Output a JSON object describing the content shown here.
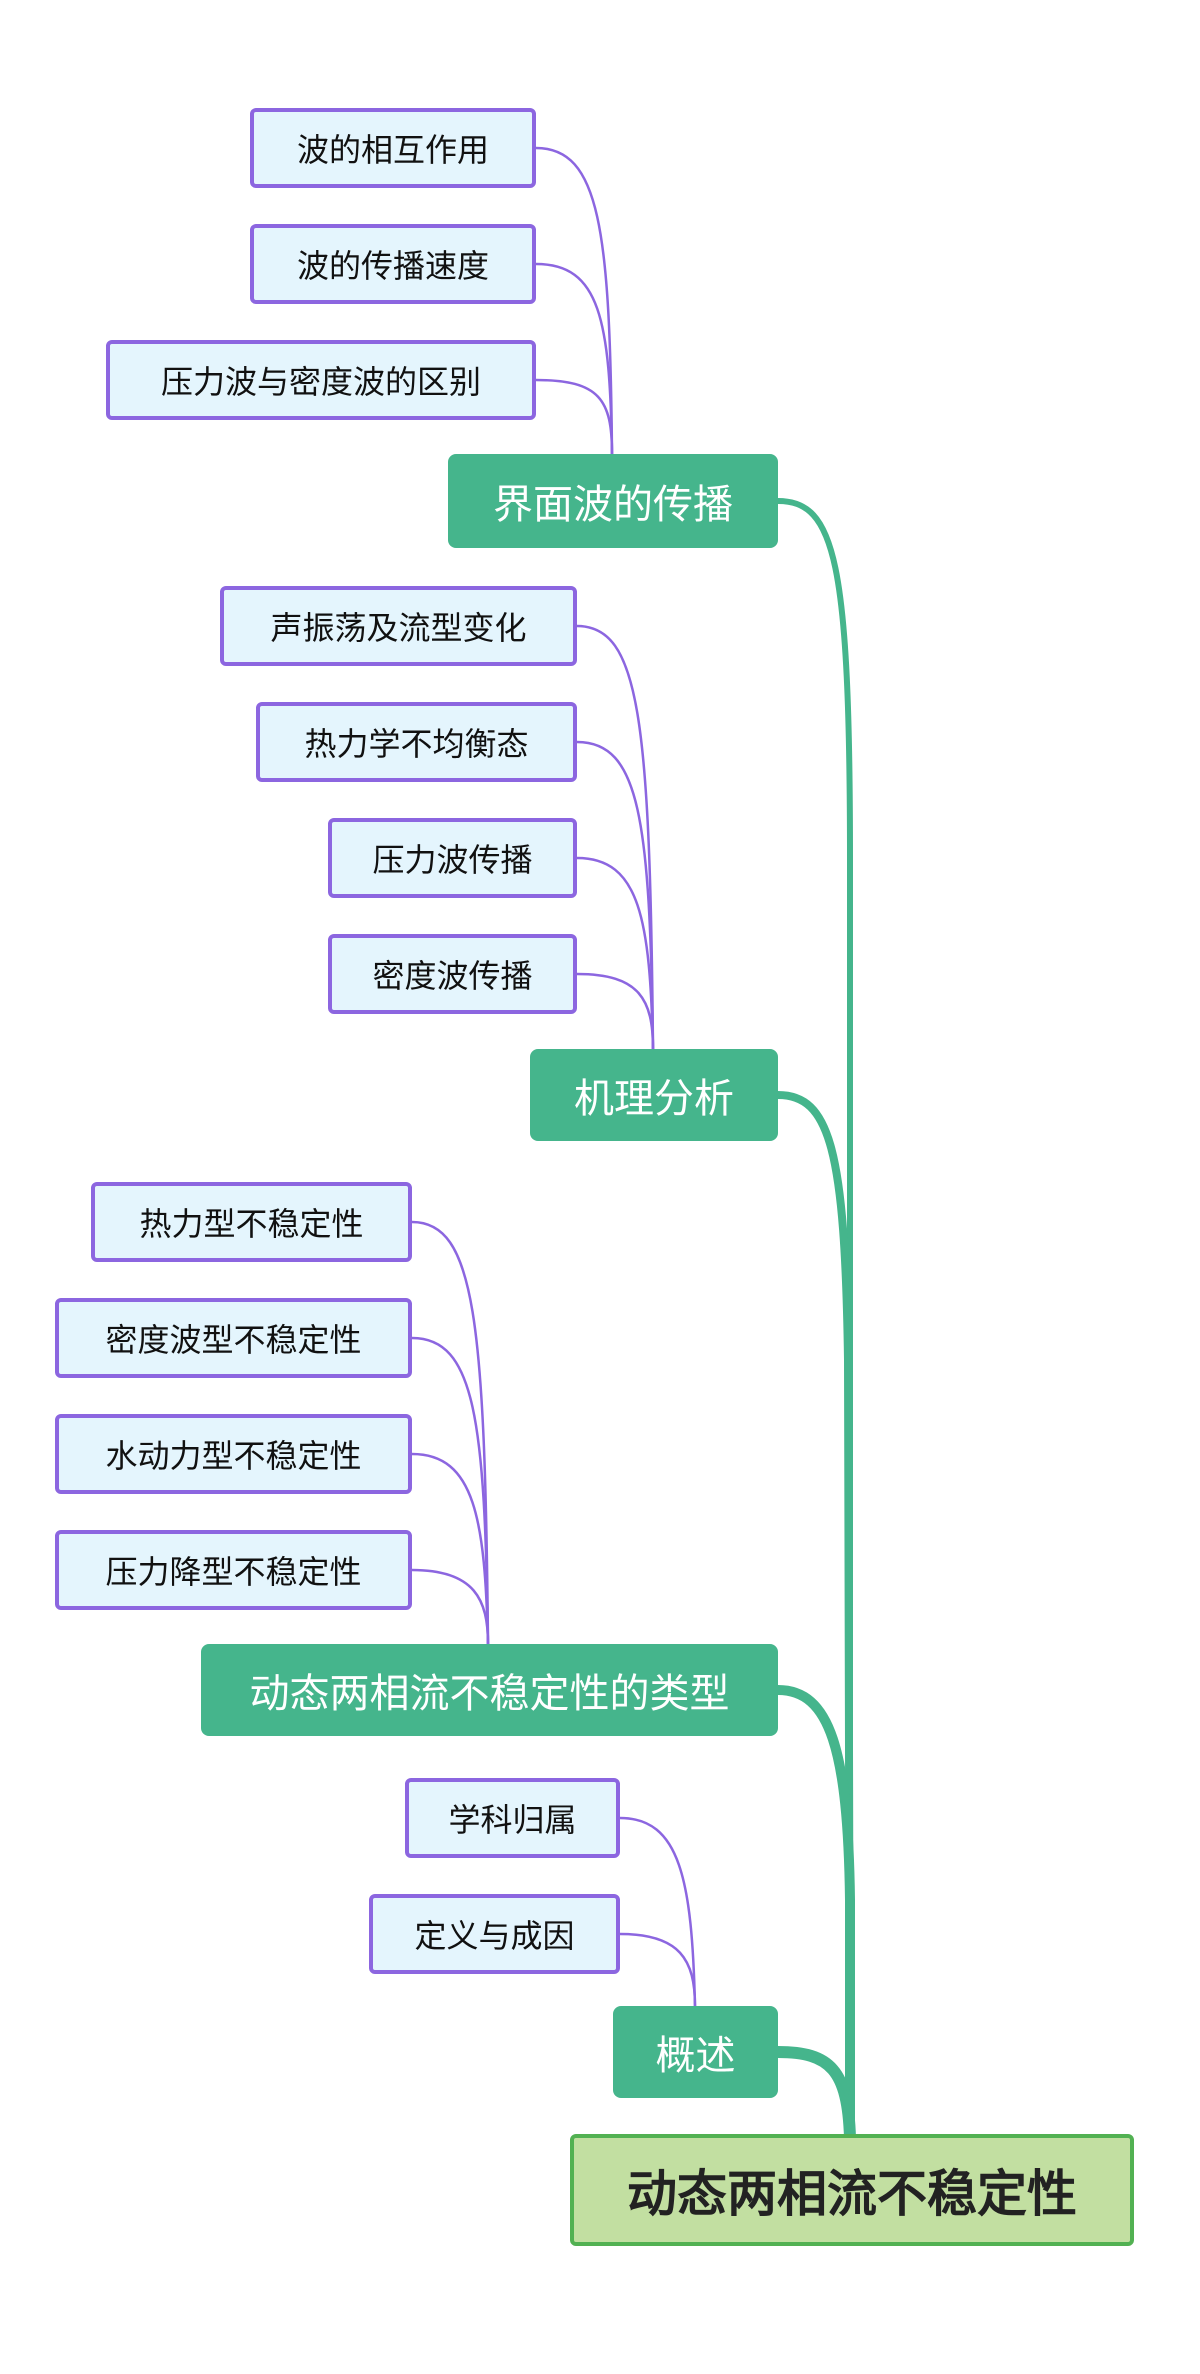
{
  "root": {
    "label": "动态两相流不稳定性"
  },
  "branches": [
    {
      "label": "界面波的传播",
      "children": [
        "波的相互作用",
        "波的传播速度",
        "压力波与密度波的区别"
      ]
    },
    {
      "label": "机理分析",
      "children": [
        "声振荡及流型变化",
        "热力学不均衡态",
        "压力波传播",
        "密度波传播"
      ]
    },
    {
      "label": "动态两相流不稳定性的类型",
      "children": [
        "热力型不稳定性",
        "密度波型不稳定性",
        "水动力型不稳定性",
        "压力降型不稳定性"
      ]
    },
    {
      "label": "概述",
      "children": [
        "学科归属",
        "定义与成因"
      ]
    }
  ],
  "colors": {
    "main_branch": "#45b58c",
    "leaf_border": "#8c66e0",
    "leaf_fill": "#e4f5fd",
    "root_fill": "#c2dfa1",
    "root_border": "#52b152"
  }
}
